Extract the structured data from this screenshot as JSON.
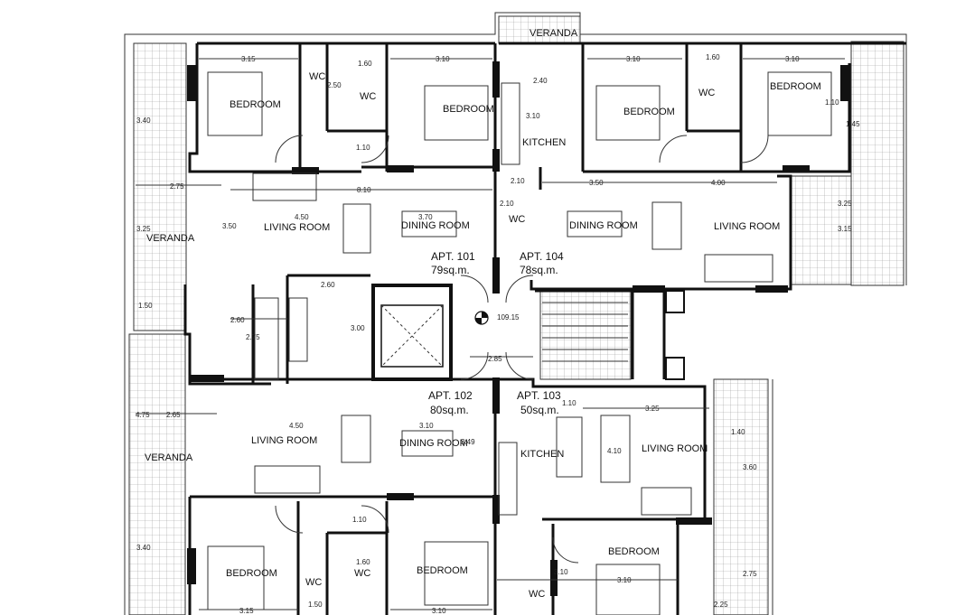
{
  "colors": {
    "wall": "#111111",
    "line": "#333333",
    "thin": "#666666",
    "hatch": "#9a9a9a"
  },
  "apartments": [
    {
      "id": "APT. 101",
      "area": "79sq.m."
    },
    {
      "id": "APT. 104",
      "area": "78sq.m."
    },
    {
      "id": "APT. 102",
      "area": "80sq.m."
    },
    {
      "id": "APT. 103",
      "area": "50sq.m."
    }
  ],
  "rooms": {
    "bedroom": "BEDROOM",
    "wc": "WC",
    "kitchen": "KITCHEN",
    "living_room": "LIVING ROOM",
    "dining_room": "DINING ROOM",
    "veranda": "VERANDA"
  },
  "elevation": "109.15",
  "dimensions": [
    "3.15",
    "1.60",
    "3.10",
    "3.10",
    "1.60",
    "3.10",
    "3.40",
    "2.75",
    "3.25",
    "1.50",
    "4.75",
    "2.65",
    "3.40",
    "2.50",
    "1.10",
    "8.10",
    "4.50",
    "3.70",
    "3.50",
    "4.00",
    "3.25",
    "3.15",
    "2.40",
    "3.10",
    "2.60",
    "3.00",
    "2.75",
    "2.60",
    "2.85",
    "4.50",
    "3.10",
    "3.49",
    "1.10",
    "3.25",
    "1.40",
    "3.60",
    "4.10",
    "1.10",
    "1.60",
    "3.10",
    "3.10",
    "2.75",
    "2.25",
    "1.50",
    "1.45",
    "3.50",
    "2.10",
    "2.10",
    "1.10",
    "3.15",
    "3.10"
  ]
}
